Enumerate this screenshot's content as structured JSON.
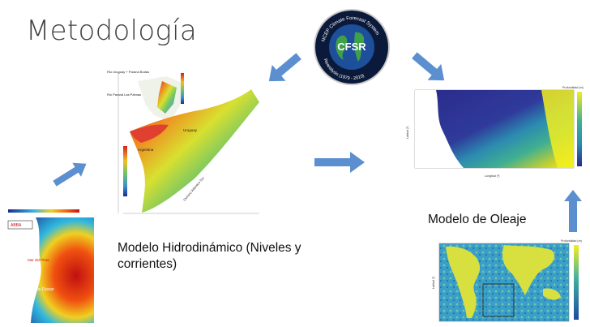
{
  "slide": {
    "title": "Metodología",
    "hydro_label": "Modelo Hidrodinámico (Niveles y corrientes)",
    "wave_label": "Modelo de Oleaje"
  },
  "cfsr_badge": {
    "center_text": "CFSR",
    "ring_top": "NCEP Climate Forecast System",
    "ring_bottom": "Reanalysis (1979 - 2010)"
  },
  "hydro_map": {
    "labels": [
      "Rio Uruguay + Paraná Bodas",
      "Rio Paraná Las Palmas",
      "Uruguay",
      "Argentina",
      "Océano Atlántico Sur"
    ]
  },
  "left_map": {
    "labels": [
      "ABBA",
      "Mar del Plata",
      "Atlantic Ocean"
    ]
  },
  "wave_map": {
    "colorbar_title": "Profundidad (m)",
    "xlabel": "Longitud (º)",
    "ylabel": "Latitud (º)"
  },
  "global_map": {
    "colorbar_title": "Profundidad (m)",
    "ylabel": "Latitud (º)"
  },
  "colors": {
    "arrow": "#5b8fd0",
    "title": "#404040"
  }
}
